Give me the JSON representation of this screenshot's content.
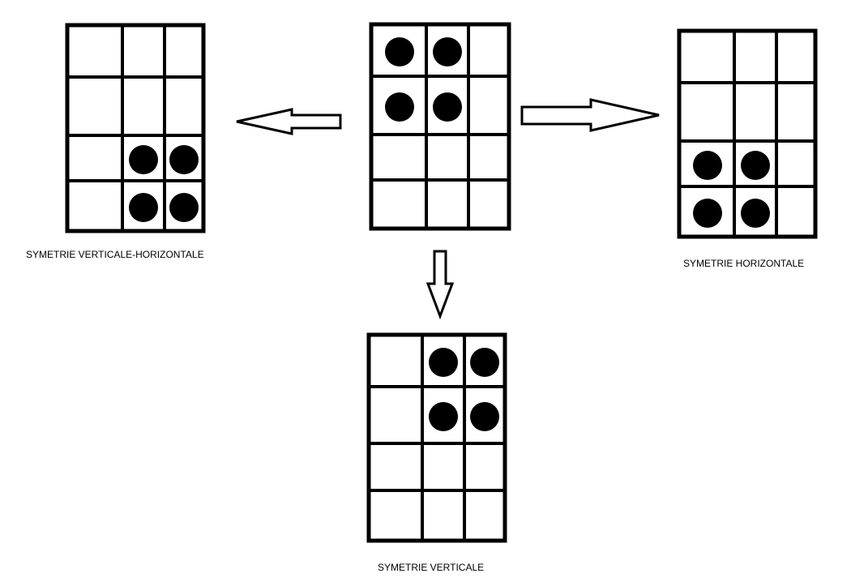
{
  "colors": {
    "background": "#ffffff",
    "grid_line": "#000000",
    "dot": "#000000",
    "arrow_fill": "#ffffff",
    "arrow_stroke": "#000000"
  },
  "grid": {
    "columns": 3,
    "rows": 4
  },
  "grids": [
    {
      "name": "original",
      "caption": "",
      "dots": [
        [
          0,
          0
        ],
        [
          0,
          1
        ],
        [
          1,
          0
        ],
        [
          1,
          1
        ]
      ]
    },
    {
      "name": "symetrie-verticale-horizontale",
      "caption": "SYMETRIE VERTICALE-HORIZONTALE",
      "dots": [
        [
          2,
          1
        ],
        [
          2,
          2
        ],
        [
          3,
          1
        ],
        [
          3,
          2
        ]
      ]
    },
    {
      "name": "symetrie-horizontale",
      "caption": "SYMETRIE HORIZONTALE",
      "dots": [
        [
          2,
          0
        ],
        [
          2,
          1
        ],
        [
          3,
          0
        ],
        [
          3,
          1
        ]
      ]
    },
    {
      "name": "symetrie-verticale",
      "caption": "SYMETRIE VERTICALE",
      "dots": [
        [
          0,
          1
        ],
        [
          0,
          2
        ],
        [
          1,
          1
        ],
        [
          1,
          2
        ]
      ]
    }
  ],
  "arrows": [
    {
      "name": "arrow-left",
      "direction": "left"
    },
    {
      "name": "arrow-right",
      "direction": "right"
    },
    {
      "name": "arrow-down",
      "direction": "down"
    }
  ],
  "captions": {
    "vertical_horizontal": "SYMETRIE VERTICALE-HORIZONTALE",
    "horizontal": "SYMETRIE HORIZONTALE",
    "vertical": "SYMETRIE VERTICALE"
  }
}
